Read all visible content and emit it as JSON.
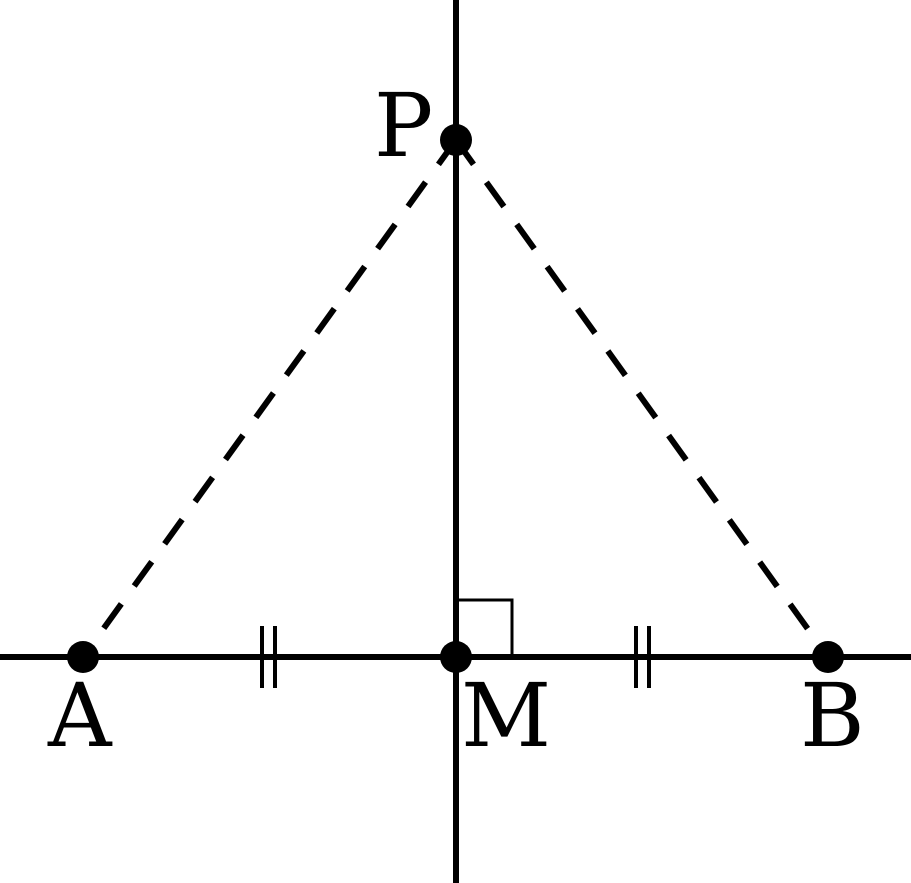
{
  "diagram": {
    "points": {
      "P": {
        "label": "P"
      },
      "A": {
        "label": "A"
      },
      "M": {
        "label": "M"
      },
      "B": {
        "label": "B"
      }
    },
    "segments": [
      {
        "from": "A",
        "to": "P",
        "style": "dashed"
      },
      {
        "from": "P",
        "to": "B",
        "style": "dashed"
      },
      {
        "from": "A",
        "to": "M",
        "tick_marks": 2
      },
      {
        "from": "M",
        "to": "B",
        "tick_marks": 2
      }
    ],
    "right_angle": {
      "vertex": "M"
    },
    "colors": {
      "stroke": "#000000",
      "background": "#ffffff"
    }
  }
}
